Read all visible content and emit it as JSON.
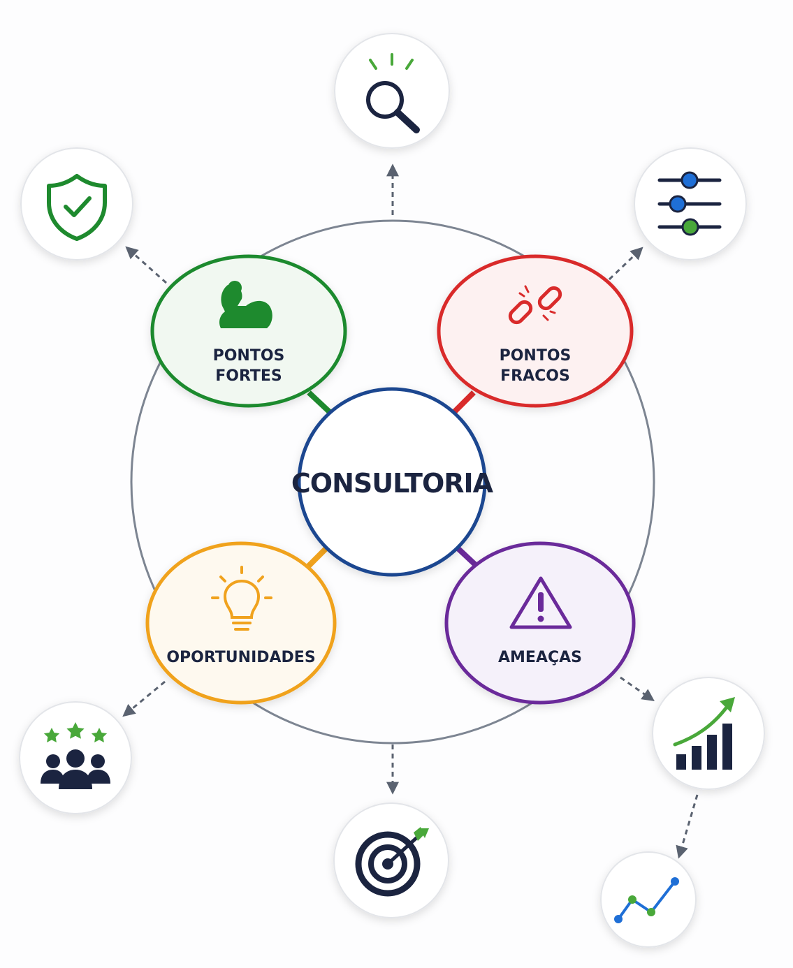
{
  "center": {
    "label": "CONSULTORIA"
  },
  "quadrants": {
    "strengths": {
      "line1": "PONTOS",
      "line2": "FORTES",
      "icon": "flexed-arm-icon",
      "color": "#1e8a2e",
      "fill": "#f1f8f1"
    },
    "weaknesses": {
      "line1": "PONTOS",
      "line2": "FRACOS",
      "icon": "broken-chain-icon",
      "color": "#d92b2b",
      "fill": "#fdf1f1"
    },
    "opportunities": {
      "line1": "OPORTUNIDADES",
      "icon": "lightbulb-icon",
      "color": "#f0a21d",
      "fill": "#fef9ef"
    },
    "threats": {
      "line1": "AMEAÇAS",
      "icon": "warning-triangle-icon",
      "color": "#6a2a9a",
      "fill": "#f5f1fa"
    }
  },
  "satellites": [
    "search-icon",
    "shield-check-icon",
    "sliders-icon",
    "team-stars-icon",
    "target-icon",
    "growth-chart-icon",
    "line-trend-icon"
  ],
  "colors": {
    "navy": "#1b2440",
    "ring": "#7d8592",
    "center_border": "#1a4690",
    "accent_green": "#49a83a",
    "accent_blue": "#1f6fd6"
  }
}
